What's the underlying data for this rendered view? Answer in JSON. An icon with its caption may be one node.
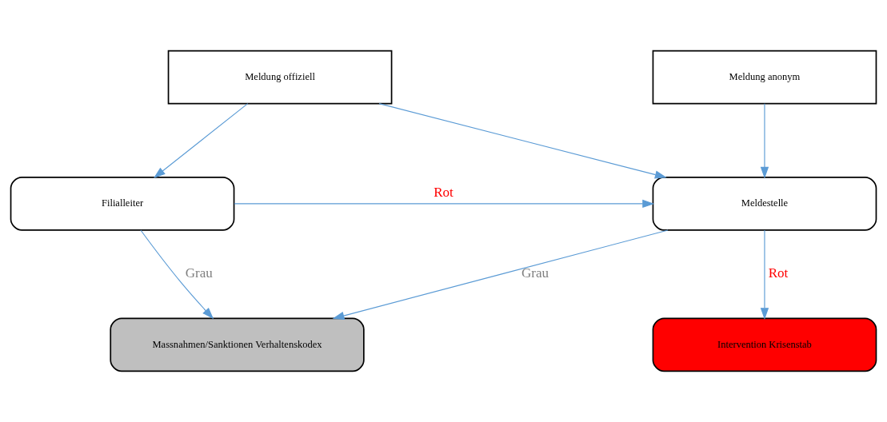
{
  "diagram": {
    "nodes": [
      {
        "text": [
          "Meldung offiziell"
        ]
      },
      {
        "text": [
          "Meldung anonym"
        ]
      },
      {
        "text": [
          "Filialleiter"
        ]
      },
      {
        "text": [
          "Meldestelle"
        ]
      },
      {
        "text": [
          "Massnahmen/Sanktionen Verhaltenskodex"
        ]
      },
      {
        "text": [
          "Intervention Krisenstab"
        ]
      }
    ],
    "edges": [
      {
        "from": 0,
        "to": 2,
        "arrow": "to"
      },
      {
        "from": 0,
        "to": 3,
        "arrow": "to"
      },
      {
        "from": 1,
        "to": 3,
        "arrow": "to"
      },
      {
        "from": 2,
        "to": 3,
        "arrow": "to",
        "label": "Rot"
      },
      {
        "from": 2,
        "to": 4,
        "arrow": "to",
        "label": "Grau"
      },
      {
        "from": 3,
        "to": 4,
        "arrow": "to",
        "label": "Grau"
      },
      {
        "from": 3,
        "to": 5,
        "arrow": "to",
        "label": "Rot"
      }
    ]
  }
}
